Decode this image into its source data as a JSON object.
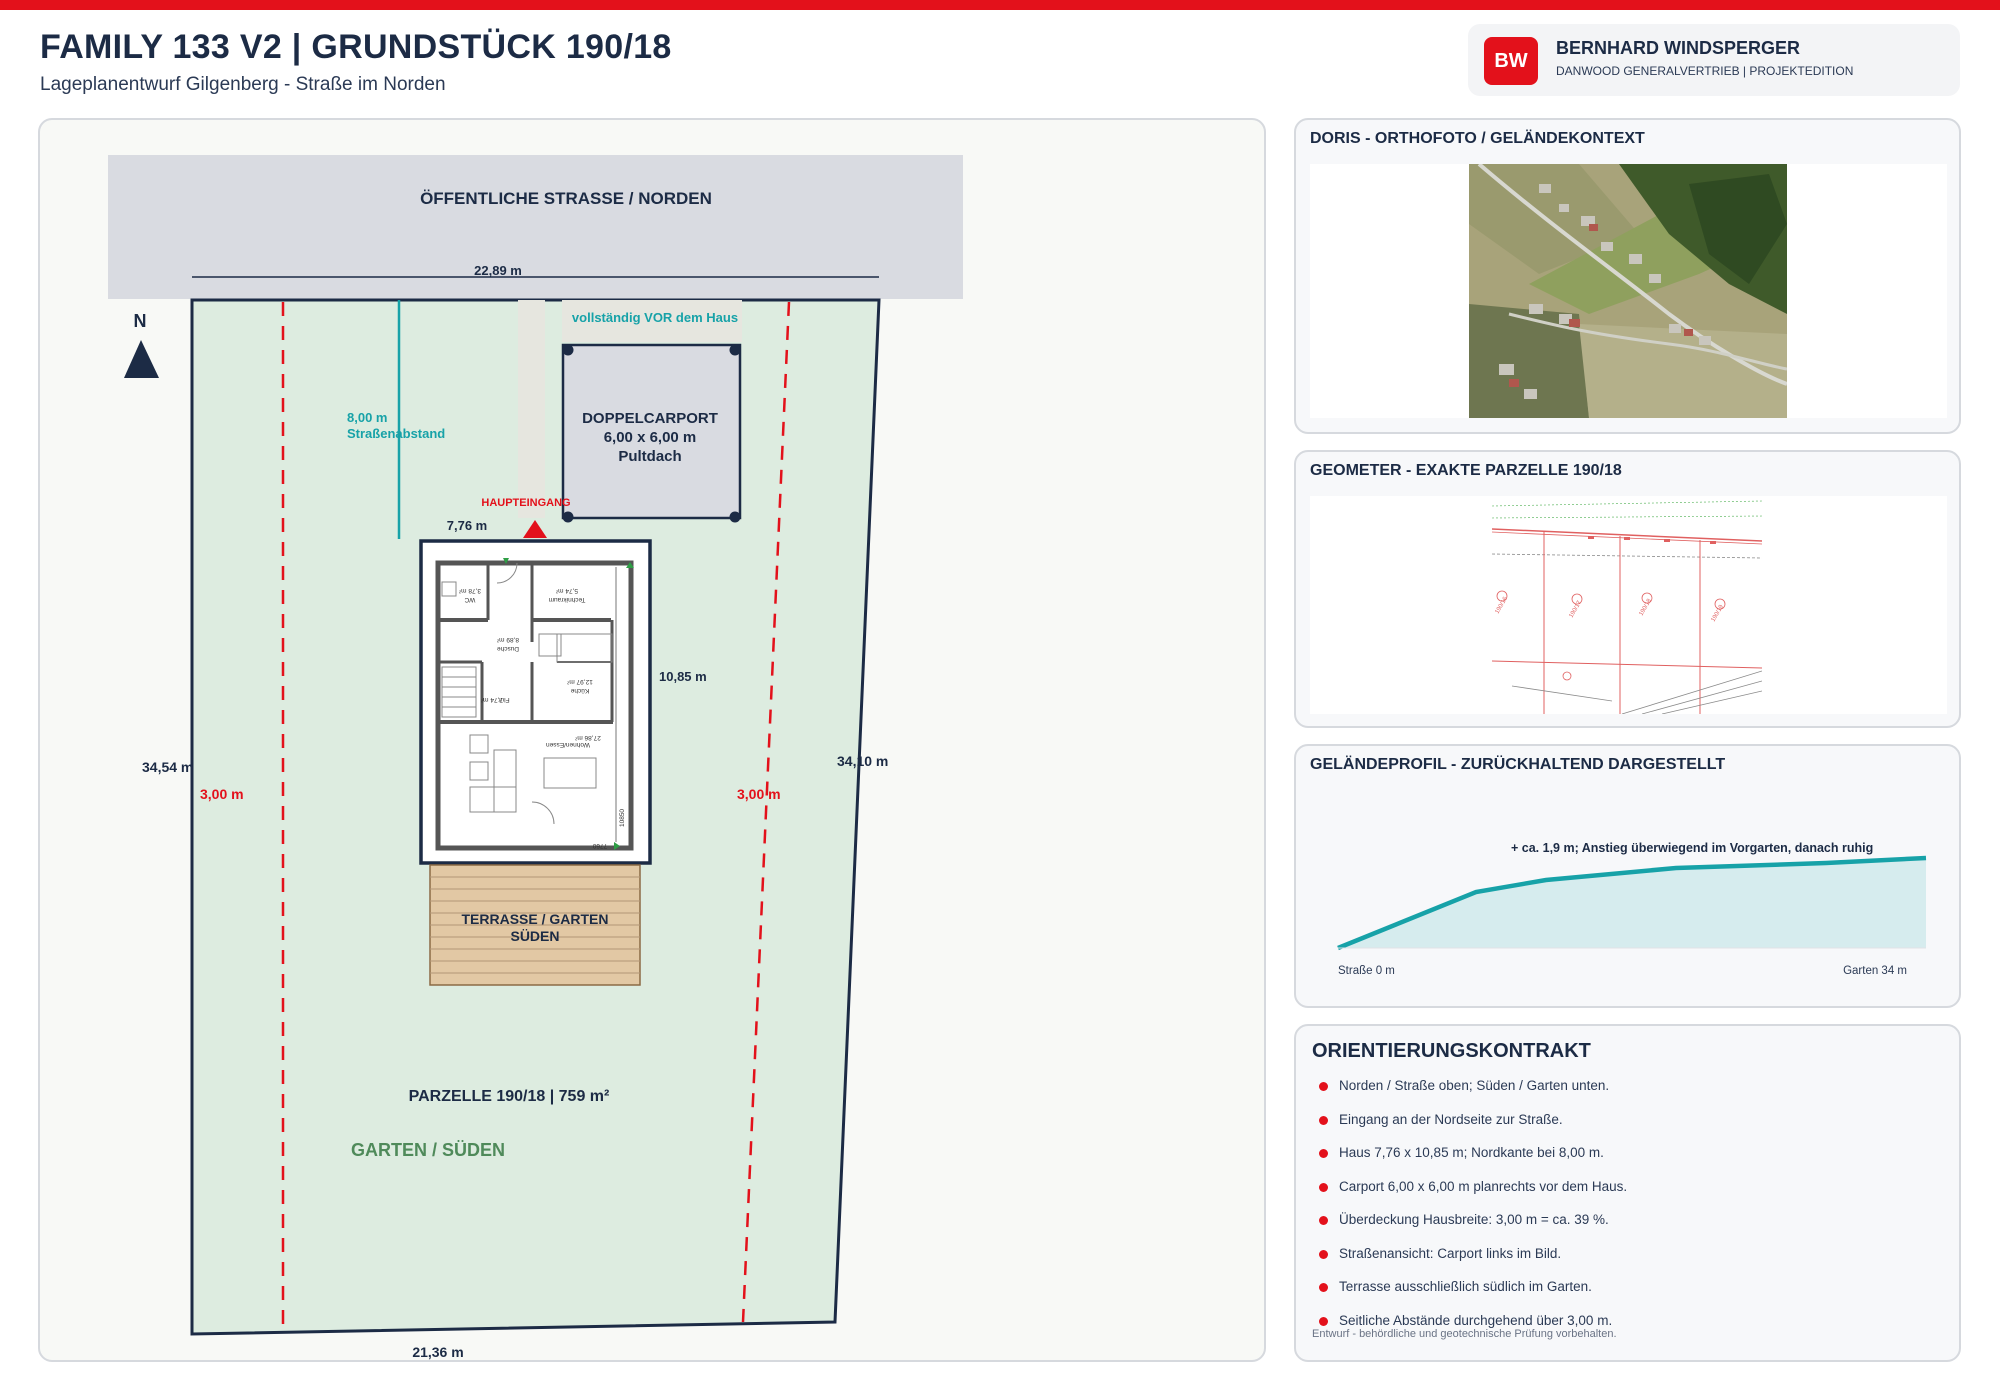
{
  "header": {
    "title": "FAMILY 133 V2 | GRUNDSTÜCK 190/18",
    "subtitle": "Lageplanentwurf Gilgenberg - Straße im Norden"
  },
  "brand": {
    "initials": "BW",
    "name": "BERNHARD WINDSPERGER",
    "tagline": "DANWOOD GENERALVERTRIEB | PROJEKTEDITION",
    "accent_color": "#e3111b"
  },
  "plan": {
    "street_label": "ÖFFENTLICHE STRASSE / NORDEN",
    "street_width": "22,89 m",
    "north": "N",
    "setback_value": "8,00 m",
    "setback_label": "Straßenabstand",
    "carport_note": "vollständig VOR dem Haus",
    "carport_title": "DOPPELCARPORT",
    "carport_size": "6,00 x 6,00 m",
    "carport_roof": "Pultdach",
    "entrance": "HAUPTEINGANG",
    "house_width": "7,76 m",
    "house_depth": "10,85 m",
    "left_length": "34,54 m",
    "right_length": "34,10 m",
    "left_distance": "3,00 m",
    "right_distance": "3,00 m",
    "terrace_line1": "TERRASSE / GARTEN",
    "terrace_line2": "SÜDEN",
    "parcel": "PARZELLE 190/18 | 759 m²",
    "garden": "GARTEN / SÜDEN",
    "bottom_width": "21,36 m",
    "rooms": {
      "wc": "WC",
      "wc_area": "3,78 m²",
      "tech": "Technikraum",
      "tech_area": "5,74 m²",
      "shower": "Dusche",
      "shower_area": "8,89 m²",
      "hall": "Flur",
      "hall_area": "7,74 m²",
      "kitchen": "Küche",
      "kitchen_area": "12,97 m²",
      "living": "Wohnen/Essen",
      "living_area": "27,86 m²",
      "dim_w": "7760",
      "dim_h": "10850"
    },
    "colors": {
      "street": "#d9dbe1",
      "parcel_fill": "#ddece0",
      "parcel_outline": "#1c2b45",
      "setback_line": "#e3111b",
      "street_setback": "#17a2a8",
      "terrace": "#e2c8a4"
    }
  },
  "ortho": {
    "title": "DORIS - ORTHOFOTO / GELÄNDEKONTEXT"
  },
  "geometer": {
    "title": "GEOMETER - EXAKTE PARZELLE 190/18"
  },
  "profile": {
    "title": "GELÄNDEPROFIL - ZURÜCKHALTEND DARGESTELLT",
    "annotation": "+ ca. 1,9 m; Anstieg überwiegend im Vorgarten, danach ruhig",
    "x_start": "Straße 0 m",
    "x_end": "Garten 34 m",
    "line_color": "#17a2a8"
  },
  "orientation": {
    "title": "ORIENTIERUNGSKONTRAKT",
    "items": [
      "Norden / Straße oben; Süden / Garten unten.",
      "Eingang an der Nordseite zur Straße.",
      "Haus 7,76 x 10,85 m; Nordkante bei 8,00 m.",
      "Carport 6,00 x 6,00 m planrechts vor dem Haus.",
      "Überdeckung Hausbreite: 3,00 m = ca. 39 %.",
      "Straßenansicht: Carport links im Bild.",
      "Terrasse ausschließlich südlich im Garten.",
      "Seitliche Abstände durchgehend über 3,00 m."
    ],
    "footnote": "Entwurf - behördliche und geotechnische Prüfung vorbehalten."
  }
}
